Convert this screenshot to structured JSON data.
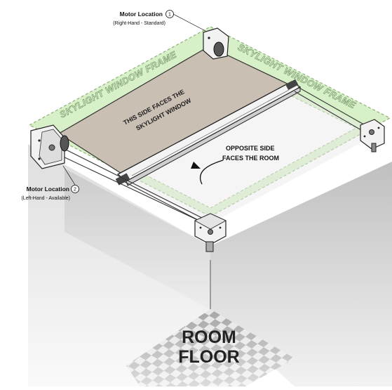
{
  "labels": {
    "motor_location_1": "Motor Location",
    "motor_location_1_num": "1",
    "motor_location_1_sub": "(Right-Hand - Standard)",
    "motor_location_2": "Motor Location",
    "motor_location_2_num": "2",
    "motor_location_2_sub": "(Left-Hand - Available)",
    "frame_left": "SKYLIGHT WINDOW FRAME",
    "frame_right": "SKYLIGHT WINDOW FRAME",
    "shade_text_line1": "THIS SIDE FACES THE",
    "shade_text_line2": "SKYLIGHT WINDOW",
    "opposite_line1": "OPPOSITE SIDE",
    "opposite_line2": "FACES THE ROOM",
    "floor_line1": "ROOM",
    "floor_line2": "FLOOR"
  },
  "colors": {
    "frame_fill": "#d8f0c8",
    "frame_dash": "#8fb07a",
    "shade_fill": "#c9bfb3",
    "wall_left": "#d4d4d4",
    "wall_right": "#bdbdbd",
    "floor_dark": "#9a9a9a",
    "floor_light": "#e4e4e4"
  }
}
